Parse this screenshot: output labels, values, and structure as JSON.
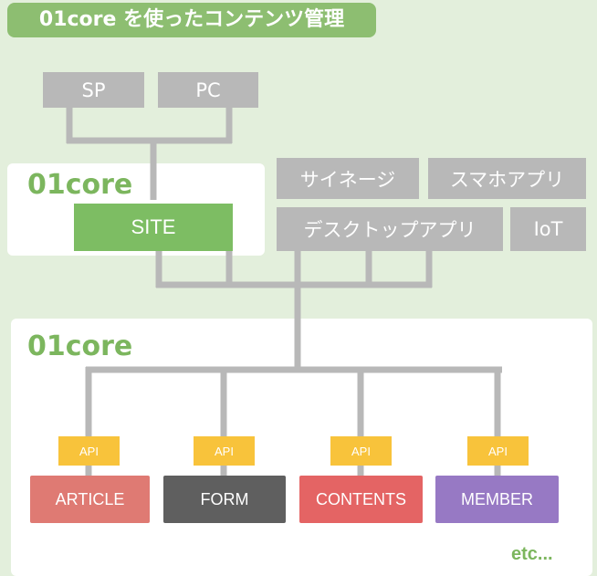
{
  "title": "01core を使ったコンテンツ管理",
  "devices": [
    "SP",
    "PC"
  ],
  "site_panel": {
    "brand": "01core",
    "site_label": "SITE"
  },
  "channels": {
    "signage": "サイネージ",
    "smartphone_app": "スマホアプリ",
    "desktop_app": "デスクトップアプリ",
    "iot": "IoT"
  },
  "core_panel": {
    "brand": "01core",
    "etc": "etc..."
  },
  "api_label": "API",
  "modules": [
    {
      "label": "ARTICLE",
      "color": "#df7a73"
    },
    {
      "label": "FORM",
      "color": "#5f5f5f"
    },
    {
      "label": "CONTENTS",
      "color": "#e46464"
    },
    {
      "label": "MEMBER",
      "color": "#9779c4"
    }
  ],
  "colors": {
    "background": "#e3efdc",
    "accent_green": "#7cb65e",
    "connector_gray": "#b8b8b8",
    "api_yellow": "#f8c33b"
  }
}
